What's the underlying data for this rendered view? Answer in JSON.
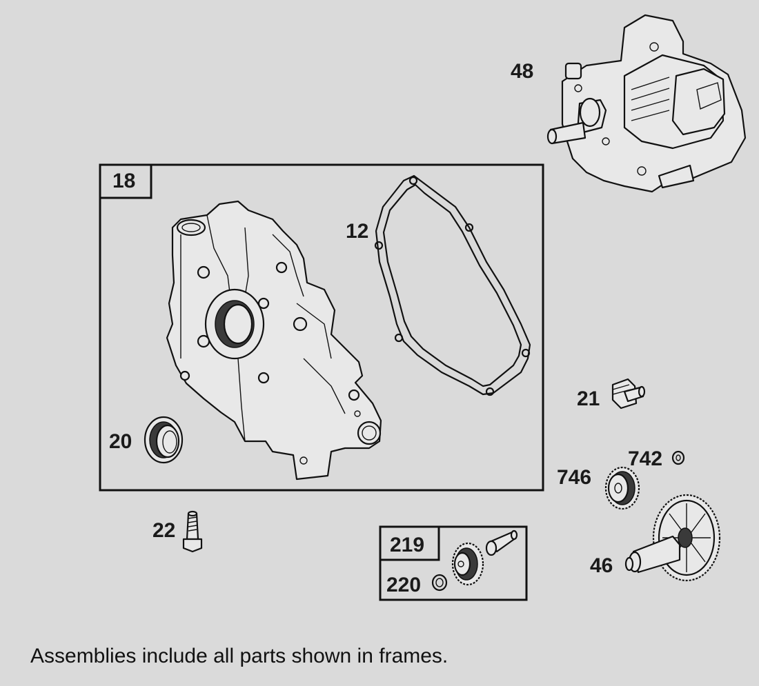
{
  "labels": {
    "p48": "48",
    "p18": "18",
    "p12": "12",
    "p20": "20",
    "p21": "21",
    "p742": "742",
    "p746": "746",
    "p22": "22",
    "p219": "219",
    "p220": "220",
    "p46": "46"
  },
  "caption": "Assemblies include all parts shown in frames."
}
